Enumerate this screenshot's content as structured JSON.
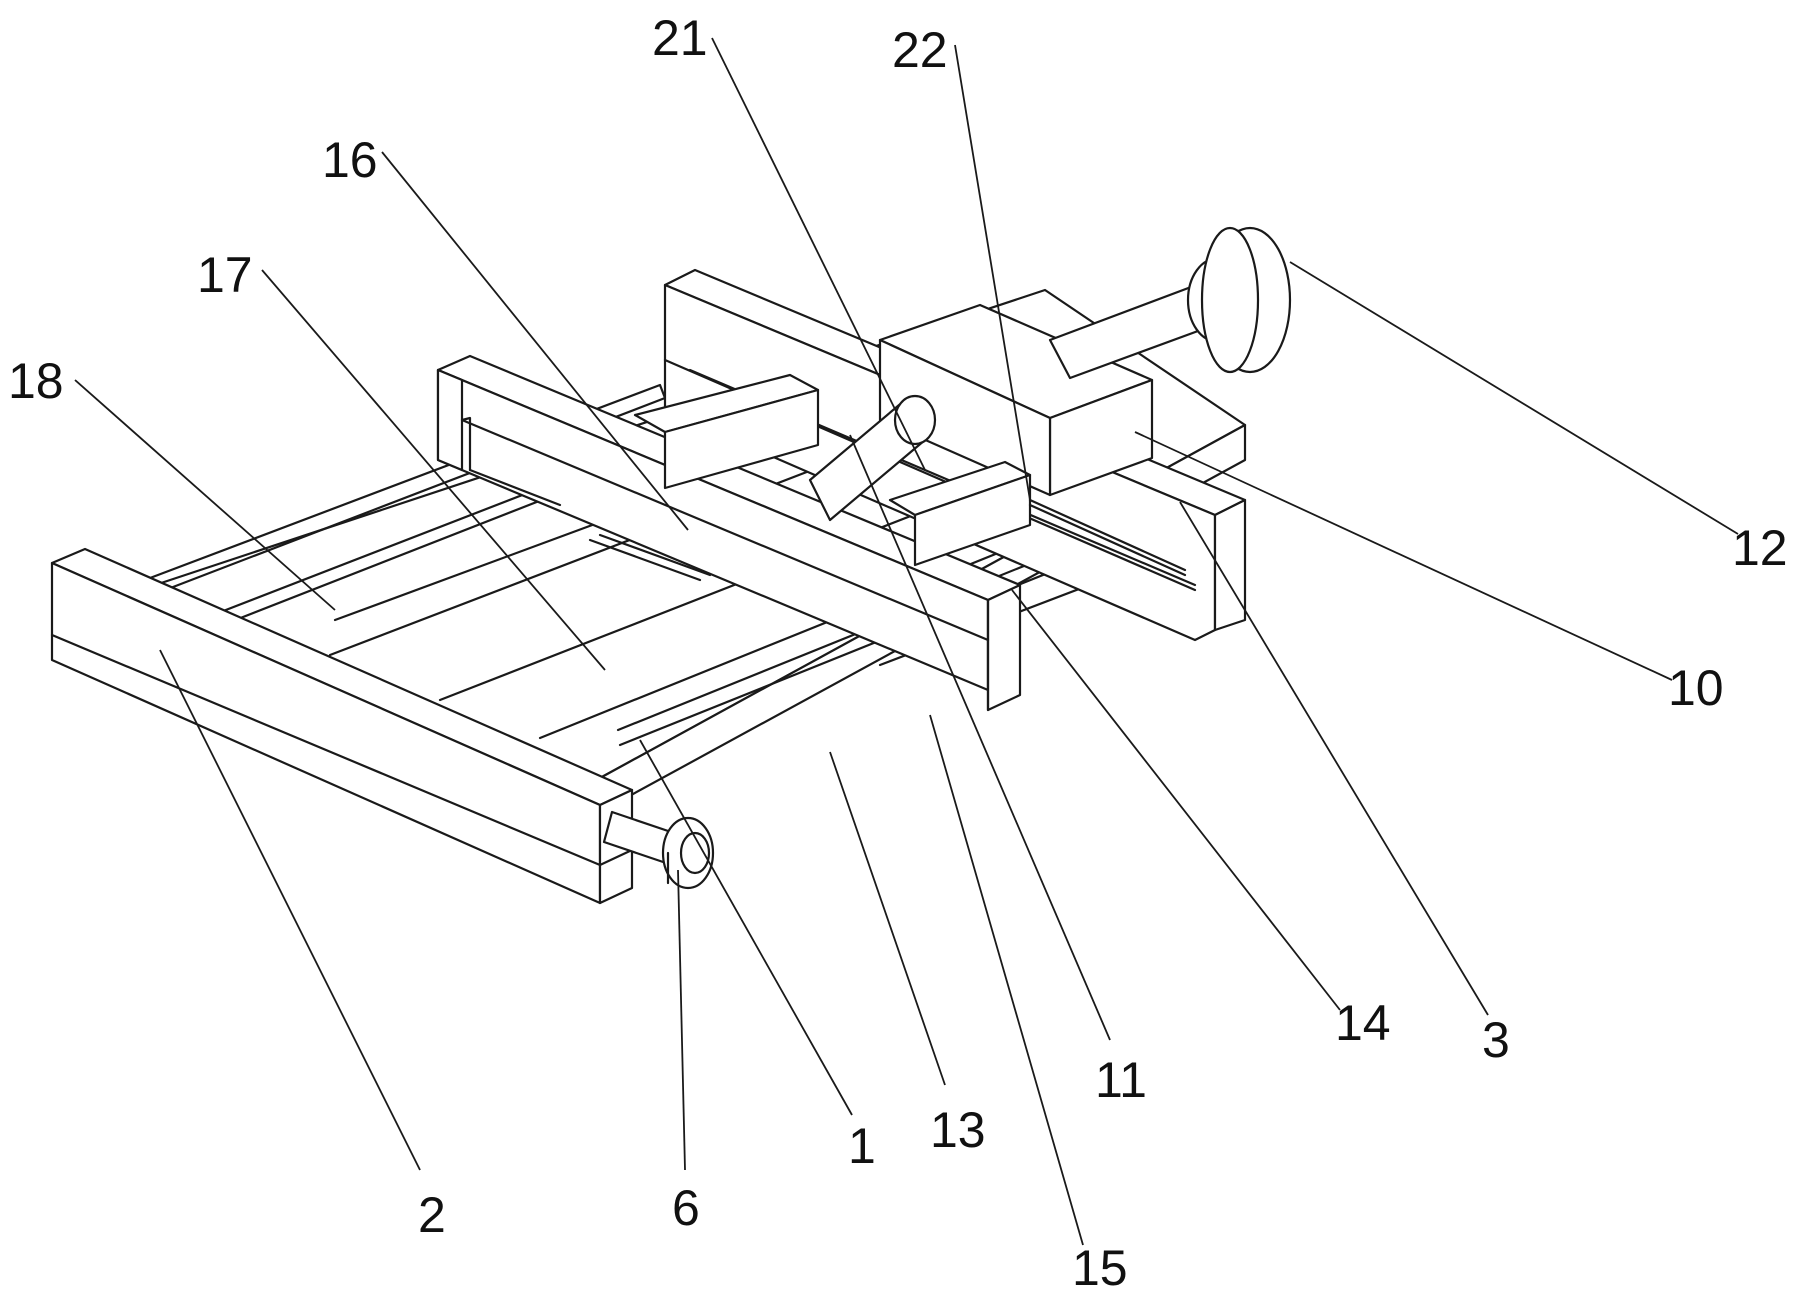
{
  "figure": {
    "kind": "patent-style isometric line drawing of a sliding frame mechanism",
    "line_color": "#1a1a1a",
    "background": "#ffffff"
  },
  "callouts": {
    "c21": "21",
    "c22": "22",
    "c16": "16",
    "c17": "17",
    "c18": "18",
    "c12": "12",
    "c10": "10",
    "c14": "14",
    "c3": "3",
    "c11": "11",
    "c13": "13",
    "c1": "1",
    "c15": "15",
    "c6": "6",
    "c2": "2"
  }
}
